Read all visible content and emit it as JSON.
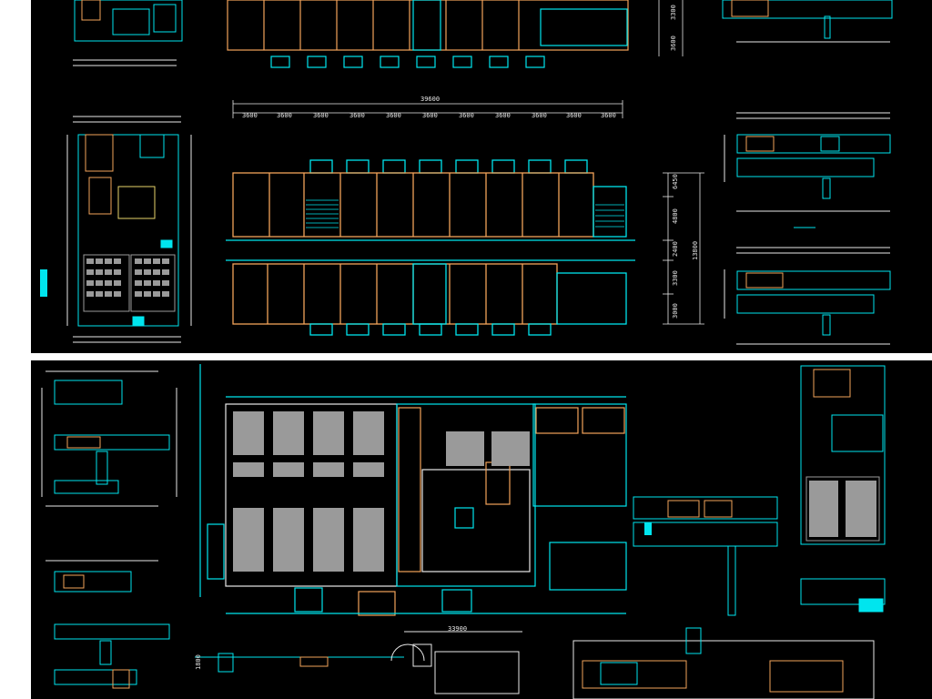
{
  "drawing": {
    "total_length_label": "39600",
    "bay_labels": [
      "3600",
      "3600",
      "3600",
      "3600",
      "3600",
      "3600",
      "3600",
      "3600",
      "3600",
      "3600",
      "3600"
    ],
    "vertical_dims": [
      "6450",
      "4800",
      "2400",
      "13800",
      "3300",
      "3000"
    ],
    "top_right_dims": [
      "3300",
      "3600"
    ],
    "bottom_plan_dim": "33900",
    "small_dim": "1800"
  },
  "colors": {
    "background": "#000000",
    "outer_frame": "#ffffff",
    "wall_cyan": "#00e5ee",
    "wall_orange": "#f2a35a",
    "wall_yellow": "#e8d36a",
    "text_red": "#ff2a2a",
    "seat_gray": "#9a9a9a",
    "dimension_white": "#e8e8e8"
  }
}
